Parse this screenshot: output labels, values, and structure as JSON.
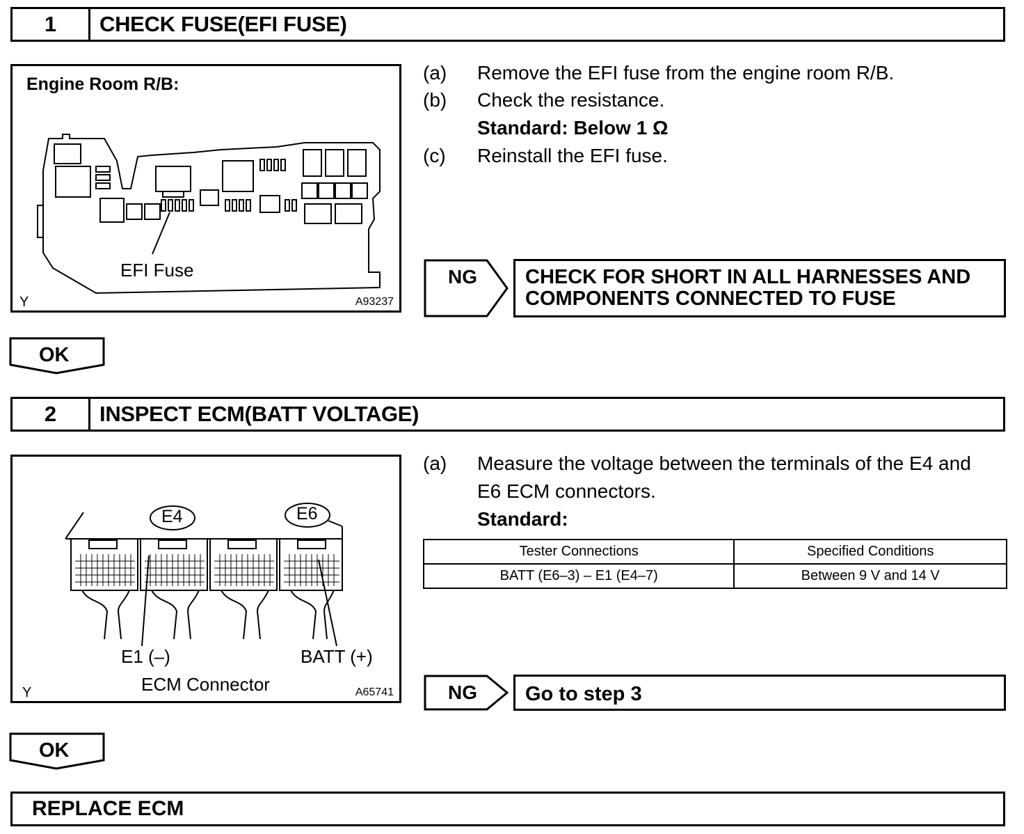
{
  "step1": {
    "number": "1",
    "title": "CHECK FUSE(EFI FUSE)",
    "figure": {
      "heading": "Engine Room R/B:",
      "callout": "EFI Fuse",
      "corner_left": "Y",
      "code": "A93237"
    },
    "instructions": [
      {
        "label": "(a)",
        "text": "Remove the EFI fuse from the engine room R/B."
      },
      {
        "label": "(b)",
        "text": "Check the resistance."
      },
      {
        "label": "",
        "text": "Standard: Below 1 Ω"
      },
      {
        "label": "(c)",
        "text": "Reinstall the EFI fuse."
      }
    ],
    "ng": {
      "label": "NG",
      "line1": "CHECK FOR SHORT IN ALL HARNESSES AND",
      "line2": "COMPONENTS CONNECTED TO FUSE"
    },
    "ok": "OK"
  },
  "step2": {
    "number": "2",
    "title": "INSPECT ECM(BATT VOLTAGE)",
    "figure": {
      "connector_left": "E4",
      "connector_right": "E6",
      "pin_left": "E1 (–)",
      "pin_right": "BATT (+)",
      "caption": "ECM Connector",
      "corner_left": "Y",
      "code": "A65741"
    },
    "instructions": [
      {
        "label": "(a)",
        "text": "Measure the voltage between the terminals of the E4 and"
      },
      {
        "label": "",
        "text": "E6 ECM connectors."
      },
      {
        "label": "",
        "text": "Standard:"
      }
    ],
    "table": {
      "headers": [
        "Tester Connections",
        "Specified Conditions"
      ],
      "rows": [
        [
          "BATT (E6–3) – E1 (E4–7)",
          "Between 9 V and 14 V"
        ]
      ]
    },
    "ng": {
      "label": "NG",
      "text": "Go to step 3"
    },
    "ok": "OK"
  },
  "final": {
    "text": "REPLACE ECM"
  }
}
